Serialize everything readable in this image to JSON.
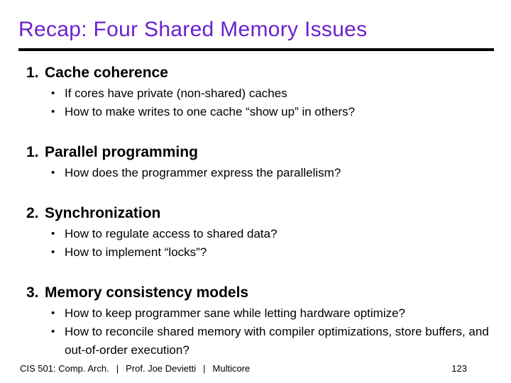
{
  "slide": {
    "title": "Recap: Four Shared Memory Issues",
    "title_color": "#6B21CE",
    "rule_color": "#000000",
    "sections": [
      {
        "number": "1.",
        "heading": "Cache coherence",
        "bullets": [
          "If cores have private (non-shared) caches",
          "How to make writes to one cache “show up” in others?"
        ]
      },
      {
        "number": "1.",
        "heading": "Parallel programming",
        "bullets": [
          "How does the programmer express the parallelism?"
        ]
      },
      {
        "number": "2.",
        "heading": "Synchronization",
        "bullets": [
          "How to regulate access to shared data?",
          "How to implement “locks”?"
        ]
      },
      {
        "number": "3.",
        "heading": "Memory consistency models",
        "bullets": [
          "How to keep programmer sane while letting hardware optimize?",
          "How to reconcile shared memory with compiler optimizations, store buffers, and out-of-order execution?"
        ]
      }
    ],
    "footer": {
      "course": "CIS 501: Comp. Arch.",
      "separator": "|",
      "author": "Prof. Joe Devietti",
      "topic": "Multicore",
      "page": "123"
    }
  }
}
